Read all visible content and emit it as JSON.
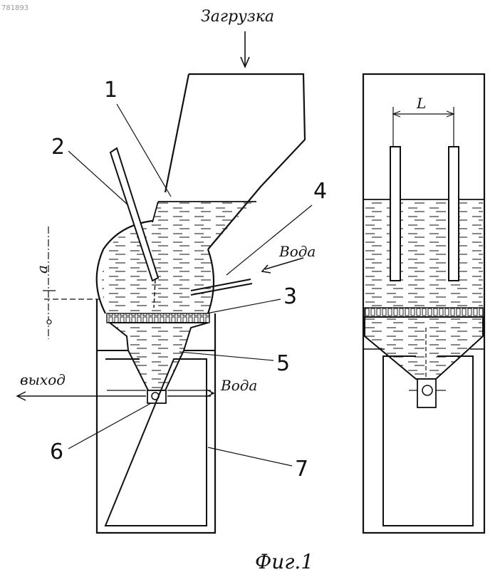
{
  "labels": {
    "top_ref": "781893",
    "load": "Загрузка",
    "water_right": "Вода",
    "water_bottom": "Вода",
    "outlet": "выход",
    "dim_a": "а",
    "dim_L": "L",
    "caption": "Фиг.1"
  },
  "part_numbers": {
    "n1": "1",
    "n2": "2",
    "n3": "3",
    "n4": "4",
    "n5": "5",
    "n6": "6",
    "n7": "7"
  },
  "colors": {
    "ink": "#111111",
    "paper": "#ffffff"
  }
}
